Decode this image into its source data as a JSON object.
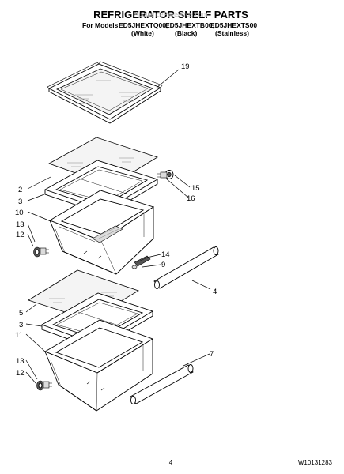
{
  "header": {
    "title": "REFRIGERATOR SHELF PARTS",
    "models_label": "For Models:",
    "models": [
      "ED5JHEXTQ00,",
      "ED5JHEXTB00,",
      "ED5JHEXTS00"
    ],
    "finishes": [
      "(White)",
      "(Black)",
      "(Stainless)"
    ]
  },
  "watermark": "AppliancePartsPros.com",
  "callouts": {
    "c19": "19",
    "c2": "2",
    "c3a": "3",
    "c10": "10",
    "c13a": "13",
    "c12a": "12",
    "c15": "15",
    "c16": "16",
    "c14": "14",
    "c9": "9",
    "c4": "4",
    "c5": "5",
    "c3b": "3",
    "c11": "11",
    "c13b": "13",
    "c12b": "12",
    "c7": "7"
  },
  "footer": {
    "page_number": "4",
    "doc_number": "W10131283"
  }
}
